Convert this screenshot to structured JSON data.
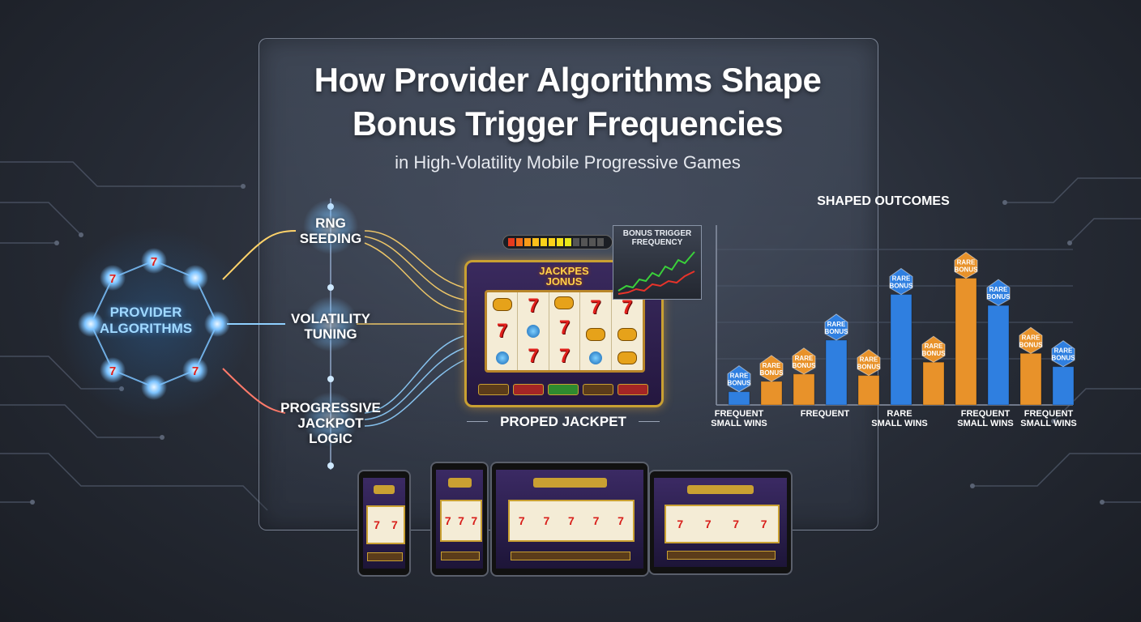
{
  "title_line1": "How Provider Algorithms Shape",
  "title_line2": "Bonus Trigger Frequencies",
  "subtitle": "in High-Volatility Mobile Progressive Games",
  "hub": {
    "label_line1": "PROVIDER",
    "label_line2": "ALGORITHMS"
  },
  "steps": [
    {
      "line1": "RNG",
      "line2": "SEEDING"
    },
    {
      "line1": "VOLATILITY",
      "line2": "TUNING"
    },
    {
      "line1": "PROGRESSIVE",
      "line2": "JACKPOT",
      "line3": "LOGIC"
    }
  ],
  "slot_machine": {
    "title_line1": "JACKPES",
    "title_line2": "JONUS",
    "caption": "PROPED JACKPET"
  },
  "bonus_trigger_box": {
    "line1": "BONUS TRIGGER",
    "line2": "FREQUENCY"
  },
  "chart_data": {
    "type": "bar",
    "title": "SHAPED OUTCOMES",
    "bar_badge_line1": "RARE",
    "bar_badge_line2": "BONUS",
    "x_group_labels": [
      {
        "line1": "FREQUENT",
        "line2": "SMALL WINS"
      },
      {
        "line1": "FREQUENT",
        "line2": ""
      },
      {
        "line1": "RARE",
        "line2": "SMALL WINS"
      },
      {
        "line1": "FREQUENT",
        "line2": "SMALL WINS"
      },
      {
        "line1": "FREQUENT",
        "line2": "SMALL WINS"
      }
    ],
    "bars": [
      {
        "color": "#2f7fe0",
        "value": 18
      },
      {
        "color": "#e8922a",
        "value": 32
      },
      {
        "color": "#e8922a",
        "value": 42
      },
      {
        "color": "#2f7fe0",
        "value": 88
      },
      {
        "color": "#e8922a",
        "value": 40
      },
      {
        "color": "#2f7fe0",
        "value": 150
      },
      {
        "color": "#e8922a",
        "value": 58
      },
      {
        "color": "#e8922a",
        "value": 172
      },
      {
        "color": "#2f7fe0",
        "value": 135
      },
      {
        "color": "#e8922a",
        "value": 70
      },
      {
        "color": "#2f7fe0",
        "value": 52
      }
    ],
    "ylim": [
      0,
      200
    ],
    "grid": true,
    "legend": "none"
  },
  "colors": {
    "accent_blue": "#5ab4ff",
    "accent_gold": "#c9a032",
    "seven_red": "#e0201c"
  }
}
